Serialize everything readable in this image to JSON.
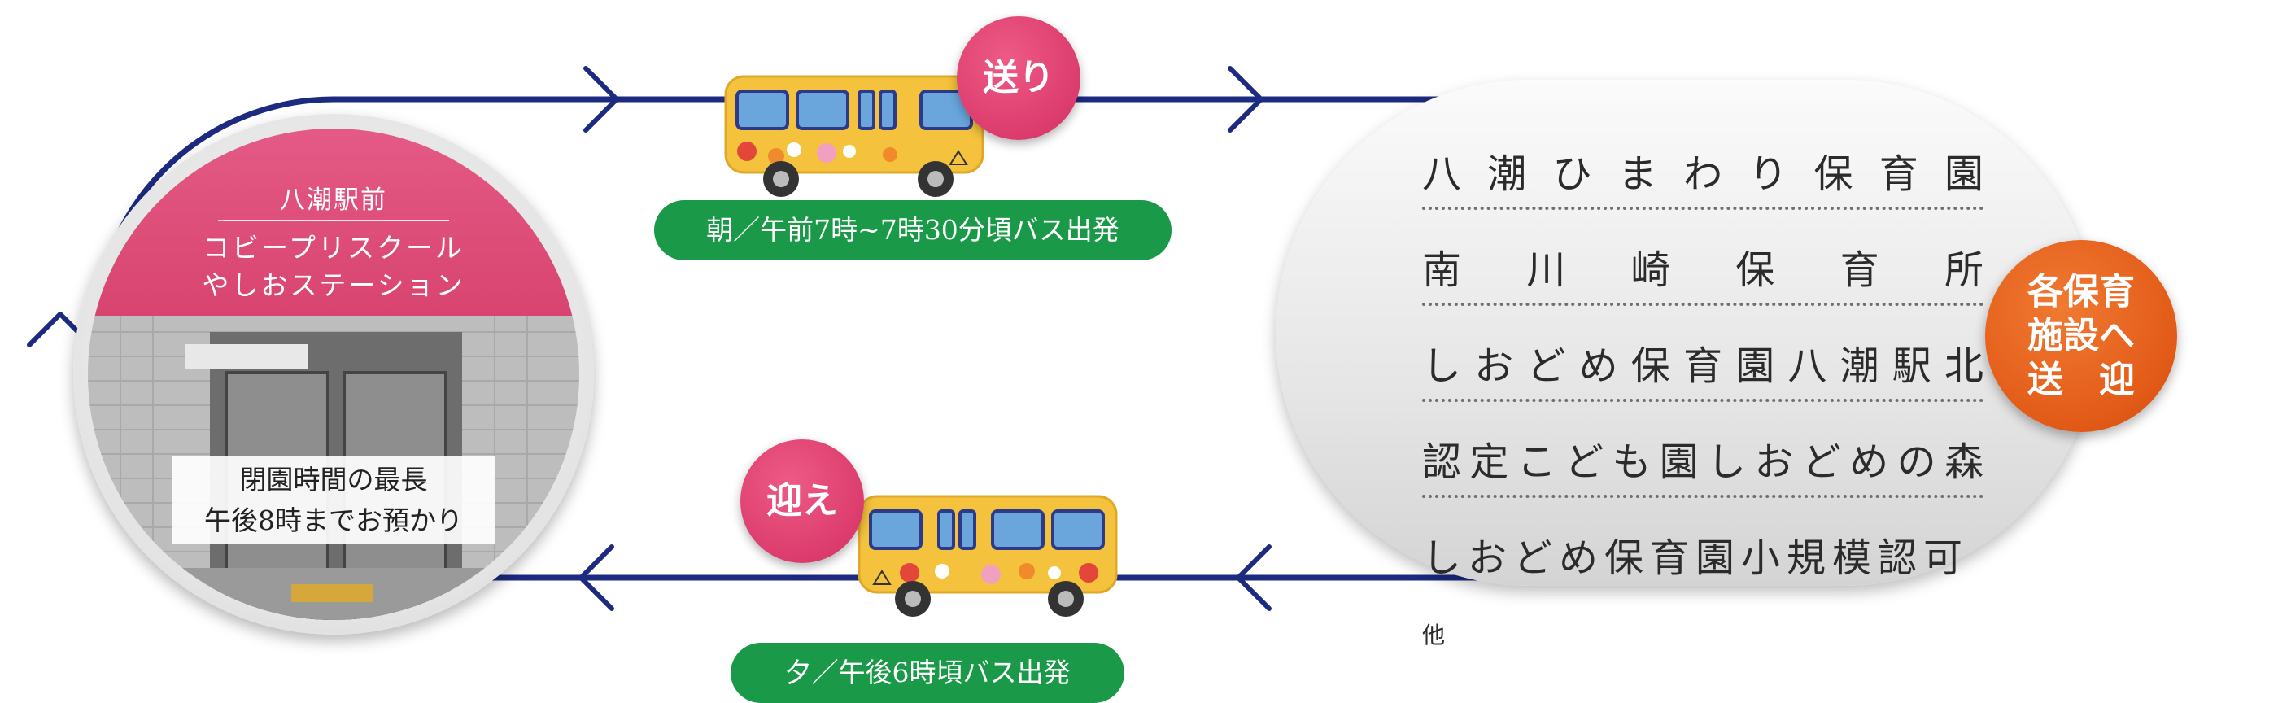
{
  "station": {
    "name": "八潮駅前",
    "school_line1": "コビープリスクール",
    "school_line2": "やしおステーション",
    "hours_line1": "閉園時間の最長",
    "hours_line2": "午後8時までお預かり"
  },
  "routes": {
    "send_label": "送り",
    "send_time": "朝／午前7時~7時30分頃バス出発",
    "pickup_label": "迎え",
    "pickup_time": "夕／午後6時頃バス出発"
  },
  "facilities": [
    "八潮ひまわり保育園",
    "南川崎保育所",
    "しおどめ保育園八潮駅北",
    "認定こども園しおどめの森",
    "しおどめ保育園小規模認可"
  ],
  "facilities_suffix": "他",
  "badge": {
    "line1": "各保育",
    "line2": "施設へ",
    "line3": "送　迎"
  },
  "colors": {
    "route_line": "#1c2a80",
    "pink": "#e0426f",
    "orange": "#e25a17",
    "green": "#1a9a48",
    "bus_body": "#f4c23c"
  }
}
